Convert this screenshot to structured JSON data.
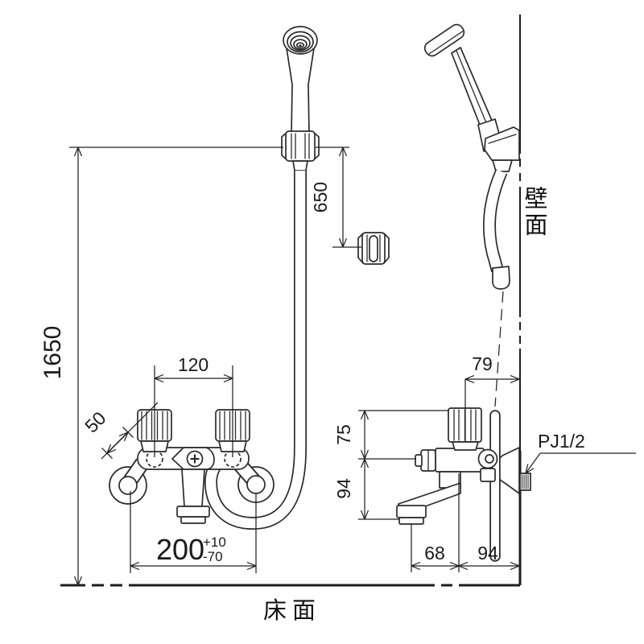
{
  "diagram": {
    "labels": {
      "wall_surface": "壁面",
      "floor_surface": "床面",
      "pipe_connection": "PJ1/2"
    },
    "dimensions": {
      "floor_to_hanger_height": "1650",
      "hanger_to_holder_drop": "650",
      "handle_pitch": "120",
      "handle_diameter": "50",
      "supply_pitch": "200",
      "supply_pitch_tol_plus": "+10",
      "supply_pitch_tol_minus": "-70",
      "wall_to_handle_center": "79",
      "handle_to_body_center": "75",
      "body_center_to_spout": "94",
      "spout_tip_offset": "68",
      "wall_to_faucet_center": "94"
    }
  }
}
